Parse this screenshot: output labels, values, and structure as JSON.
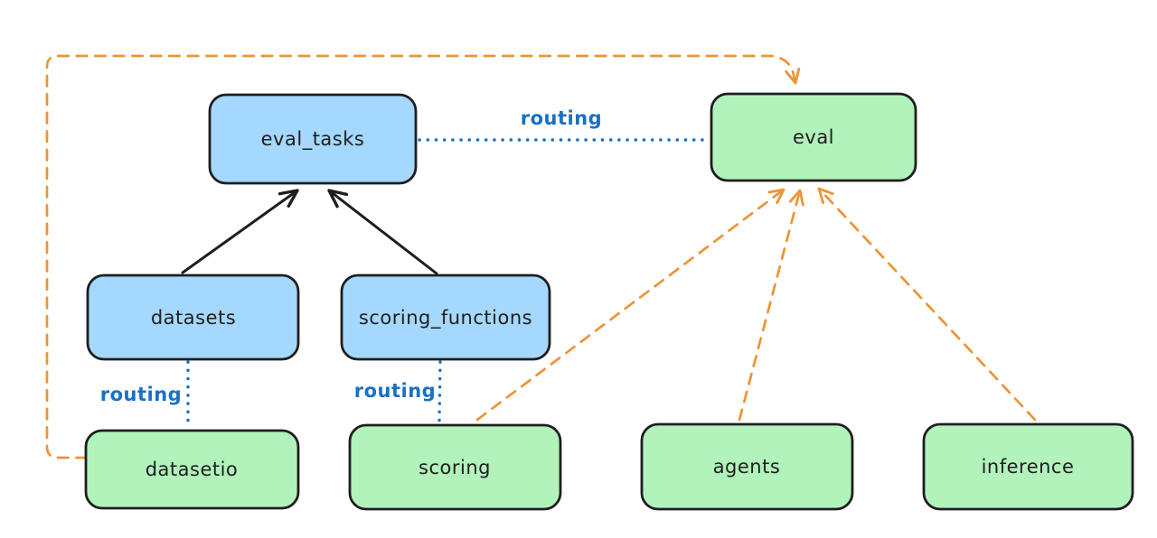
{
  "diagram": {
    "description": "Architecture diagram of eval-related APIs and routing between components",
    "colors": {
      "background": "#ffffff",
      "blue_fill": "#a5d8ff",
      "green_fill": "#b2f2bb",
      "node_stroke": "#1e1e1e",
      "routing_blue": "#1971c2",
      "orange": "#ec9436",
      "black_edge": "#1e1e1e"
    },
    "nodes": [
      {
        "id": "eval_tasks",
        "label": "eval_tasks",
        "fill": "blue"
      },
      {
        "id": "eval",
        "label": "eval",
        "fill": "green"
      },
      {
        "id": "datasets",
        "label": "datasets",
        "fill": "blue"
      },
      {
        "id": "scoring_functions",
        "label": "scoring_functions",
        "fill": "blue"
      },
      {
        "id": "datasetio",
        "label": "datasetio",
        "fill": "green"
      },
      {
        "id": "scoring",
        "label": "scoring",
        "fill": "green"
      },
      {
        "id": "agents",
        "label": "agents",
        "fill": "green"
      },
      {
        "id": "inference",
        "label": "inference",
        "fill": "green"
      }
    ],
    "edge_labels": [
      {
        "id": "routing-eval-tasks-eval",
        "text": "routing"
      },
      {
        "id": "routing-datasets-datasetio",
        "text": "routing"
      },
      {
        "id": "routing-scoring-functions-scoring",
        "text": "routing"
      }
    ],
    "edges": [
      {
        "from": "datasets",
        "to": "eval_tasks",
        "style": "solid",
        "color": "black",
        "arrow": true
      },
      {
        "from": "scoring_functions",
        "to": "eval_tasks",
        "style": "solid",
        "color": "black",
        "arrow": true
      },
      {
        "from": "eval_tasks",
        "to": "eval",
        "style": "dotted",
        "color": "blue",
        "arrow": false,
        "label": "routing"
      },
      {
        "from": "datasets",
        "to": "datasetio",
        "style": "dotted",
        "color": "blue",
        "arrow": false,
        "label": "routing"
      },
      {
        "from": "scoring_functions",
        "to": "scoring",
        "style": "dotted",
        "color": "blue",
        "arrow": false,
        "label": "routing"
      },
      {
        "from": "datasetio",
        "to": "eval",
        "style": "dashed",
        "color": "orange",
        "arrow": true
      },
      {
        "from": "scoring",
        "to": "eval",
        "style": "dashed",
        "color": "orange",
        "arrow": true
      },
      {
        "from": "agents",
        "to": "eval",
        "style": "dashed",
        "color": "orange",
        "arrow": true
      },
      {
        "from": "inference",
        "to": "eval",
        "style": "dashed",
        "color": "orange",
        "arrow": true
      }
    ]
  }
}
